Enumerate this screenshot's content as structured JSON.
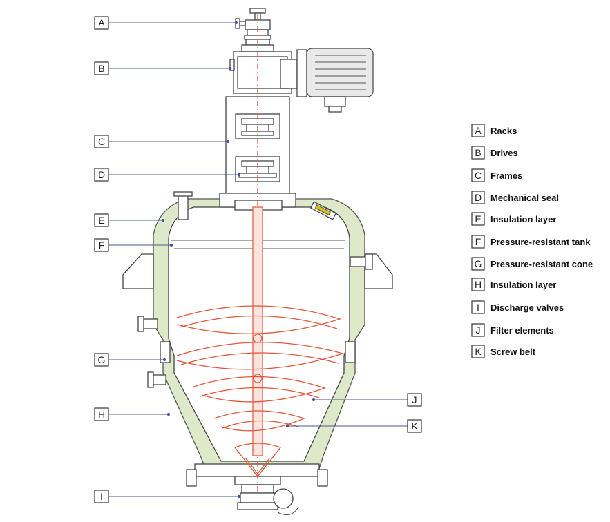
{
  "tags": [
    "A",
    "B",
    "C",
    "D",
    "E",
    "F",
    "G",
    "H",
    "I",
    "J",
    "K"
  ],
  "legend": [
    {
      "key": "A",
      "label": "Racks"
    },
    {
      "key": "B",
      "label": "Drives"
    },
    {
      "key": "C",
      "label": "Frames"
    },
    {
      "key": "D",
      "label": "Mechanical seal"
    },
    {
      "key": "E",
      "label": "Insulation layer"
    },
    {
      "key": "F",
      "label": "Pressure-resistant tank"
    },
    {
      "key": "G",
      "label": "Pressure-resistant cone"
    },
    {
      "key": "H",
      "label": "Insulation layer"
    },
    {
      "key": "I",
      "label": "Discharge valves"
    },
    {
      "key": "J",
      "label": "Filter elements"
    },
    {
      "key": "K",
      "label": "Screw belt"
    }
  ],
  "colors": {
    "insulation": "#dfe8c9",
    "screw": "#e2553b",
    "leader": "#4a5a8a",
    "dot": "#3b4bb0"
  }
}
